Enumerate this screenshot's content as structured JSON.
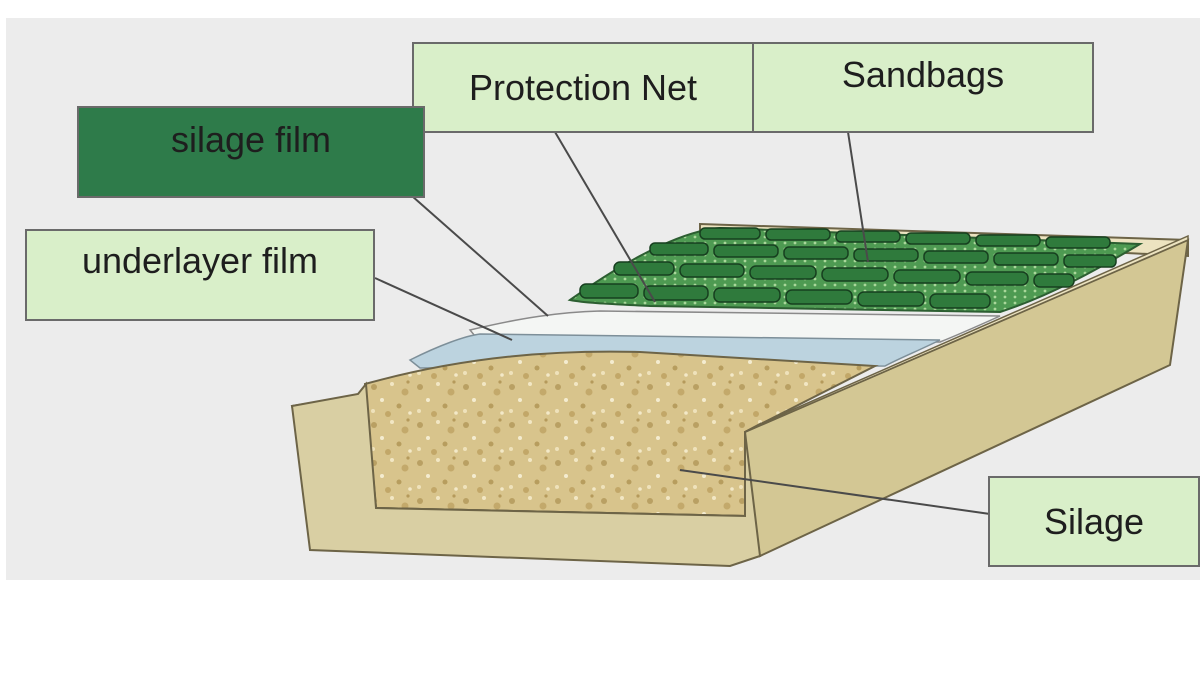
{
  "labels": {
    "protection_net": "Protection Net",
    "sandbags": "Sandbags",
    "silage_film": "silage film",
    "underlayer_film": "underlayer film",
    "silage": "Silage"
  },
  "colors": {
    "panel_background": "#ececec",
    "label_fill": "#d9efc9",
    "label_fill_dark": "#2e7b4a",
    "label_border": "#6a6a6a",
    "bunker_wall": "#d9cfa3",
    "silage_fill": "#d8c48c",
    "underlayer_film": "#bcd3df",
    "silage_film": "#f4f6f4",
    "sandbag": "#2f7a3c",
    "net": "#4e9a52"
  }
}
